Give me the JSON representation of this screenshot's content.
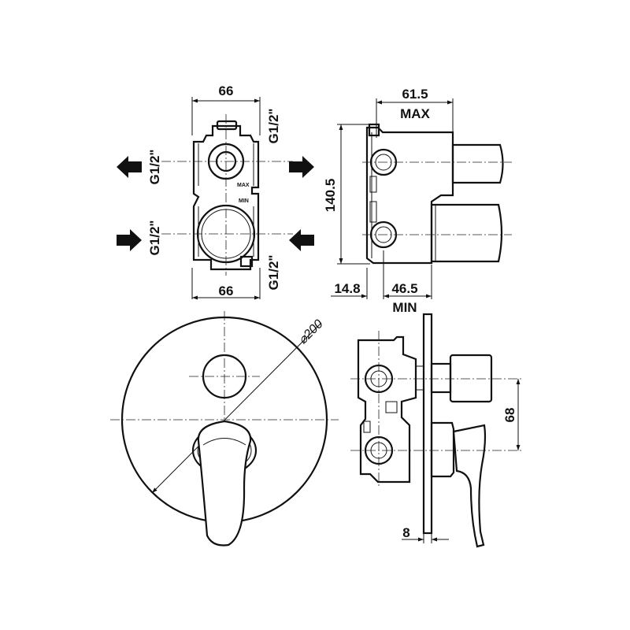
{
  "dimensions": {
    "top_width_upper": "66",
    "top_width_lower": "66",
    "thread_left_upper": "G1/2\"",
    "thread_right_upper": "G1/2\"",
    "thread_left_lower": "G1/2\"",
    "thread_right_lower": "G1/2\"",
    "body_marking_max": "MAX",
    "body_marking_min": "MIN",
    "side_depth_max": "61.5",
    "side_max_label": "MAX",
    "side_height": "140.5",
    "side_offset": "14.8",
    "side_depth_min": "46.5",
    "side_min_label": "MIN",
    "plate_diameter": "200",
    "handle_spacing": "68",
    "plate_thickness": "8"
  }
}
